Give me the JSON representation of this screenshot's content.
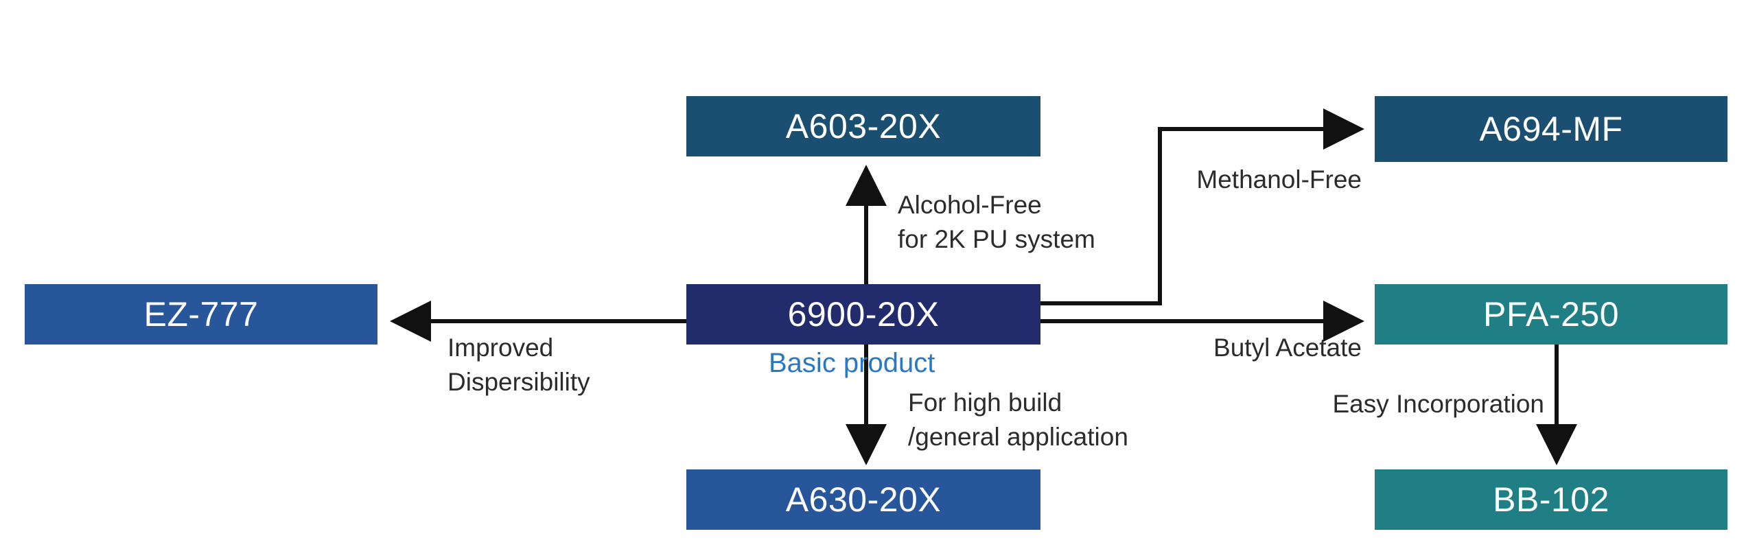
{
  "colors": {
    "box_dark_teal": "#1b4f72",
    "box_blue": "#27569a",
    "box_navy": "#222b6b",
    "box_teal": "#1f7f84",
    "basic_product_text": "#2a78c2",
    "arrow": "#111111",
    "label_text": "#2b2b2b"
  },
  "products": {
    "center": "6900-20X",
    "up": "A603-20X",
    "down": "A630-20X",
    "left": "EZ-777",
    "top_right": "A694-MF",
    "right": "PFA-250",
    "bottom_right": "BB-102"
  },
  "labels": {
    "basic_product": "Basic product",
    "up_line1": "Alcohol-Free",
    "up_line2": "for 2K PU system",
    "down_line1": "For high build",
    "down_line2": "/general application",
    "left_line1": "Improved",
    "left_line2": "Dispersibility",
    "top_right": "Methanol-Free",
    "right": "Butyl Acetate",
    "bottom_right": "Easy Incorporation"
  }
}
